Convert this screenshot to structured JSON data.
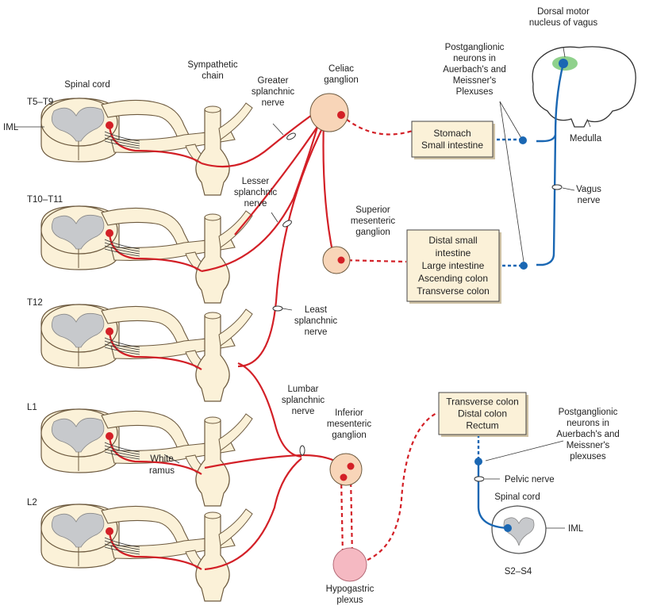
{
  "colors": {
    "sympathetic": "#d32027",
    "parasympathetic": "#1a67b3",
    "tissue": "#fbf1d8",
    "tissue_stroke": "#6d5a3f",
    "grey_matter": "#c7c9cc",
    "ganglion": "#f8d5b8",
    "plexus": "#f5b9c2",
    "box_fill": "#fbf1d8",
    "nucleus": "#8fd18c"
  },
  "labels": {
    "spinal_cord": "Spinal cord",
    "t5_t9": "T5–T9",
    "iml": "IML",
    "t10_t11": "T10–T11",
    "t12": "T12",
    "l1": "L1",
    "l2": "L2",
    "white_ramus": [
      "White",
      "ramus"
    ],
    "sympathetic_chain": [
      "Sympathetic",
      "chain"
    ],
    "greater_splanchnic": [
      "Greater",
      "splanchnic",
      "nerve"
    ],
    "lesser_splanchnic": [
      "Lesser",
      "splanchnic",
      "nerve"
    ],
    "least_splanchnic": [
      "Least",
      "splanchnic",
      "nerve"
    ],
    "lumbar_splanchnic": [
      "Lumbar",
      "splanchnic",
      "nerve"
    ],
    "celiac_ganglion": [
      "Celiac",
      "ganglion"
    ],
    "superior_mesenteric": [
      "Superior",
      "mesenteric",
      "ganglion"
    ],
    "inferior_mesenteric": [
      "Inferior",
      "mesenteric",
      "ganglion"
    ],
    "hypogastric_plexus": [
      "Hypogastric",
      "plexus"
    ],
    "box_upper": [
      "Stomach",
      "Small intestine"
    ],
    "box_middle": [
      "Distal small",
      "intestine",
      "Large intestine",
      "Ascending colon",
      "Transverse colon"
    ],
    "box_lower": [
      "Transverse colon",
      "Distal colon",
      "Rectum"
    ],
    "postganglionic_upper": [
      "Postganglionic",
      "neurons in",
      "Auerbach's and",
      "Meissner's",
      "Plexuses"
    ],
    "postganglionic_lower": [
      "Postganglionic",
      "neurons in",
      "Auerbach's and",
      "Meissner's",
      "plexuses"
    ],
    "dorsal_motor_nucleus": [
      "Dorsal motor",
      "nucleus of vagus"
    ],
    "medulla": "Medulla",
    "vagus_nerve": [
      "Vagus",
      "nerve"
    ],
    "pelvic_nerve": "Pelvic nerve",
    "spinal_cord_lower": "Spinal cord",
    "iml_lower": "IML",
    "s2_s4": "S2–S4"
  }
}
